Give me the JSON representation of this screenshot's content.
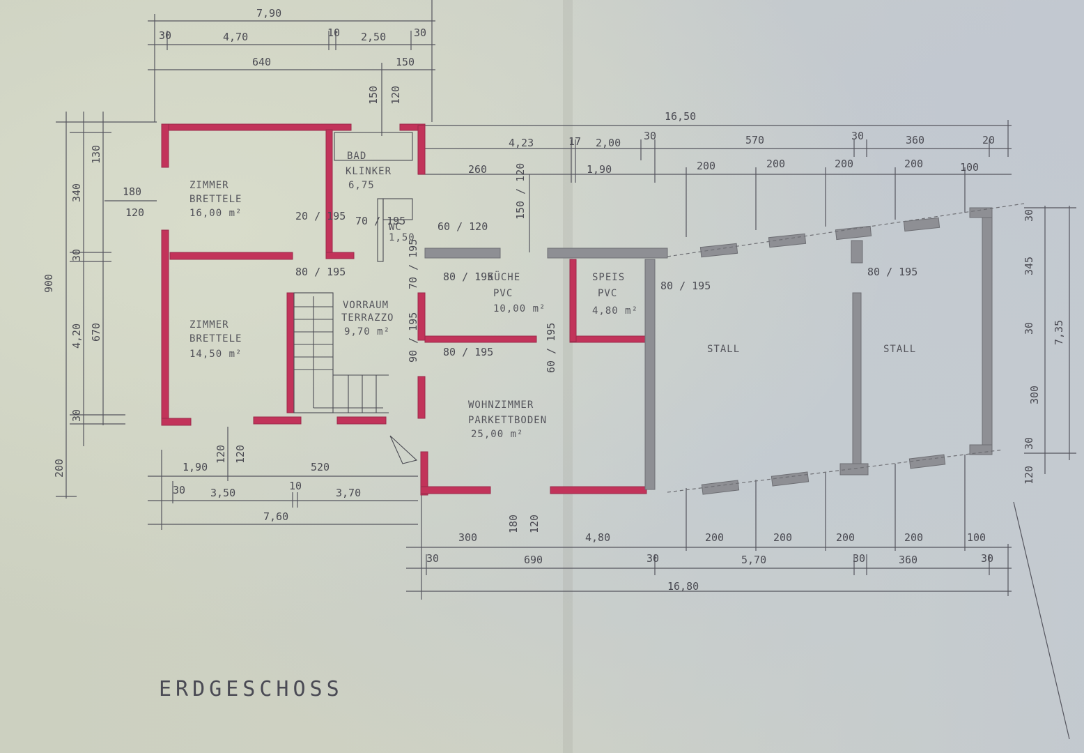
{
  "title": "ERDGESCHOSS",
  "colors": {
    "paper": "#cfd2c4",
    "pencil": "#4a4a52",
    "red_wall": "#c2335a",
    "grey_wall": "#8e8f94"
  },
  "rooms": {
    "zimmer1": {
      "name": "ZIMMER",
      "floor": "BRETTELE",
      "area": "16,00 m²"
    },
    "zimmer2": {
      "name": "ZIMMER",
      "floor": "BRETTELE",
      "area": "14,50 m²"
    },
    "bad": {
      "name": "BAD",
      "floor": "KLINKER",
      "area": "6,75"
    },
    "wc": {
      "name": "WC",
      "area": "1,50"
    },
    "vorraum": {
      "name": "VORRAUM",
      "floor": "TERRAZZO",
      "area": "9,70 m²"
    },
    "kueche": {
      "name": "KÜCHE",
      "floor": "PVC",
      "area": "10,00 m²"
    },
    "speis": {
      "name": "SPEIS",
      "floor": "PVC",
      "area": "4,80 m²"
    },
    "wohnzimmer": {
      "name": "WOHNZIMMER",
      "floor": "PARKETTBODEN",
      "area": "25,00 m²"
    },
    "stall1": {
      "name": "STALL"
    },
    "stall2": {
      "name": "STALL"
    }
  },
  "dims": {
    "top_total": "7,90",
    "top_30a": "30",
    "top_470": "4,70",
    "top_10": "10",
    "top_250": "2,50",
    "top_30b": "30",
    "top_640": "640",
    "top_150": "150",
    "bath_150": "150",
    "bath_120": "120",
    "right_total": "16,50",
    "right_423": "4,23",
    "right_17": "17",
    "right_200": "2,00",
    "right_30a": "30",
    "right_570": "570",
    "right_30b": "30",
    "right_360": "360",
    "right_20": "20",
    "right_260": "260",
    "right_190": "1,90",
    "right_w1": "200",
    "right_w2": "200",
    "right_w3": "200",
    "right_w4": "200",
    "right_100": "100",
    "left_900": "900",
    "left_340": "340",
    "left_130": "130",
    "left_30a": "30",
    "left_420": "4,20",
    "left_670": "670",
    "left_30b": "30",
    "left_200": "200",
    "left_180": "180",
    "left_120": "120",
    "bottom_190": "1,90",
    "bottom_520": "520",
    "bottom_30": "30",
    "bottom_350": "3,50",
    "bottom_10": "10",
    "bottom_370": "3,70",
    "bottom_760": "7,60",
    "bottom_120a": "120",
    "bottom_120b": "120",
    "br_300": "300",
    "br_180": "180",
    "br_120": "120",
    "br_480": "4,80",
    "br_30a": "30",
    "br_690": "690",
    "br_30b": "30",
    "br_570": "5,70",
    "br_30c": "30",
    "br_360": "360",
    "br_30d": "30",
    "br_1680": "16,80",
    "br_w1": "200",
    "br_w2": "200",
    "br_w3": "200",
    "br_w4": "200",
    "br_100": "100",
    "rv_30a": "30",
    "rv_345": "345",
    "rv_30b": "30",
    "rv_735": "7,35",
    "rv_300": "300",
    "rv_30c": "30",
    "rv_120": "120",
    "d_20_195": "20 / 195",
    "d_70_195": "70 / 195",
    "d_60_120": "60 / 120",
    "d_150_120": "150 / 120",
    "d_80_195a": "80 / 195",
    "d_80_195b": "80 / 195",
    "d_80_195c": "80 / 195",
    "d_80_195d": "80 / 195",
    "d_80_195e": "80 / 195",
    "d_70_195b": "70 / 195",
    "d_90_195": "90 / 195",
    "d_60_195": "60 / 195"
  }
}
